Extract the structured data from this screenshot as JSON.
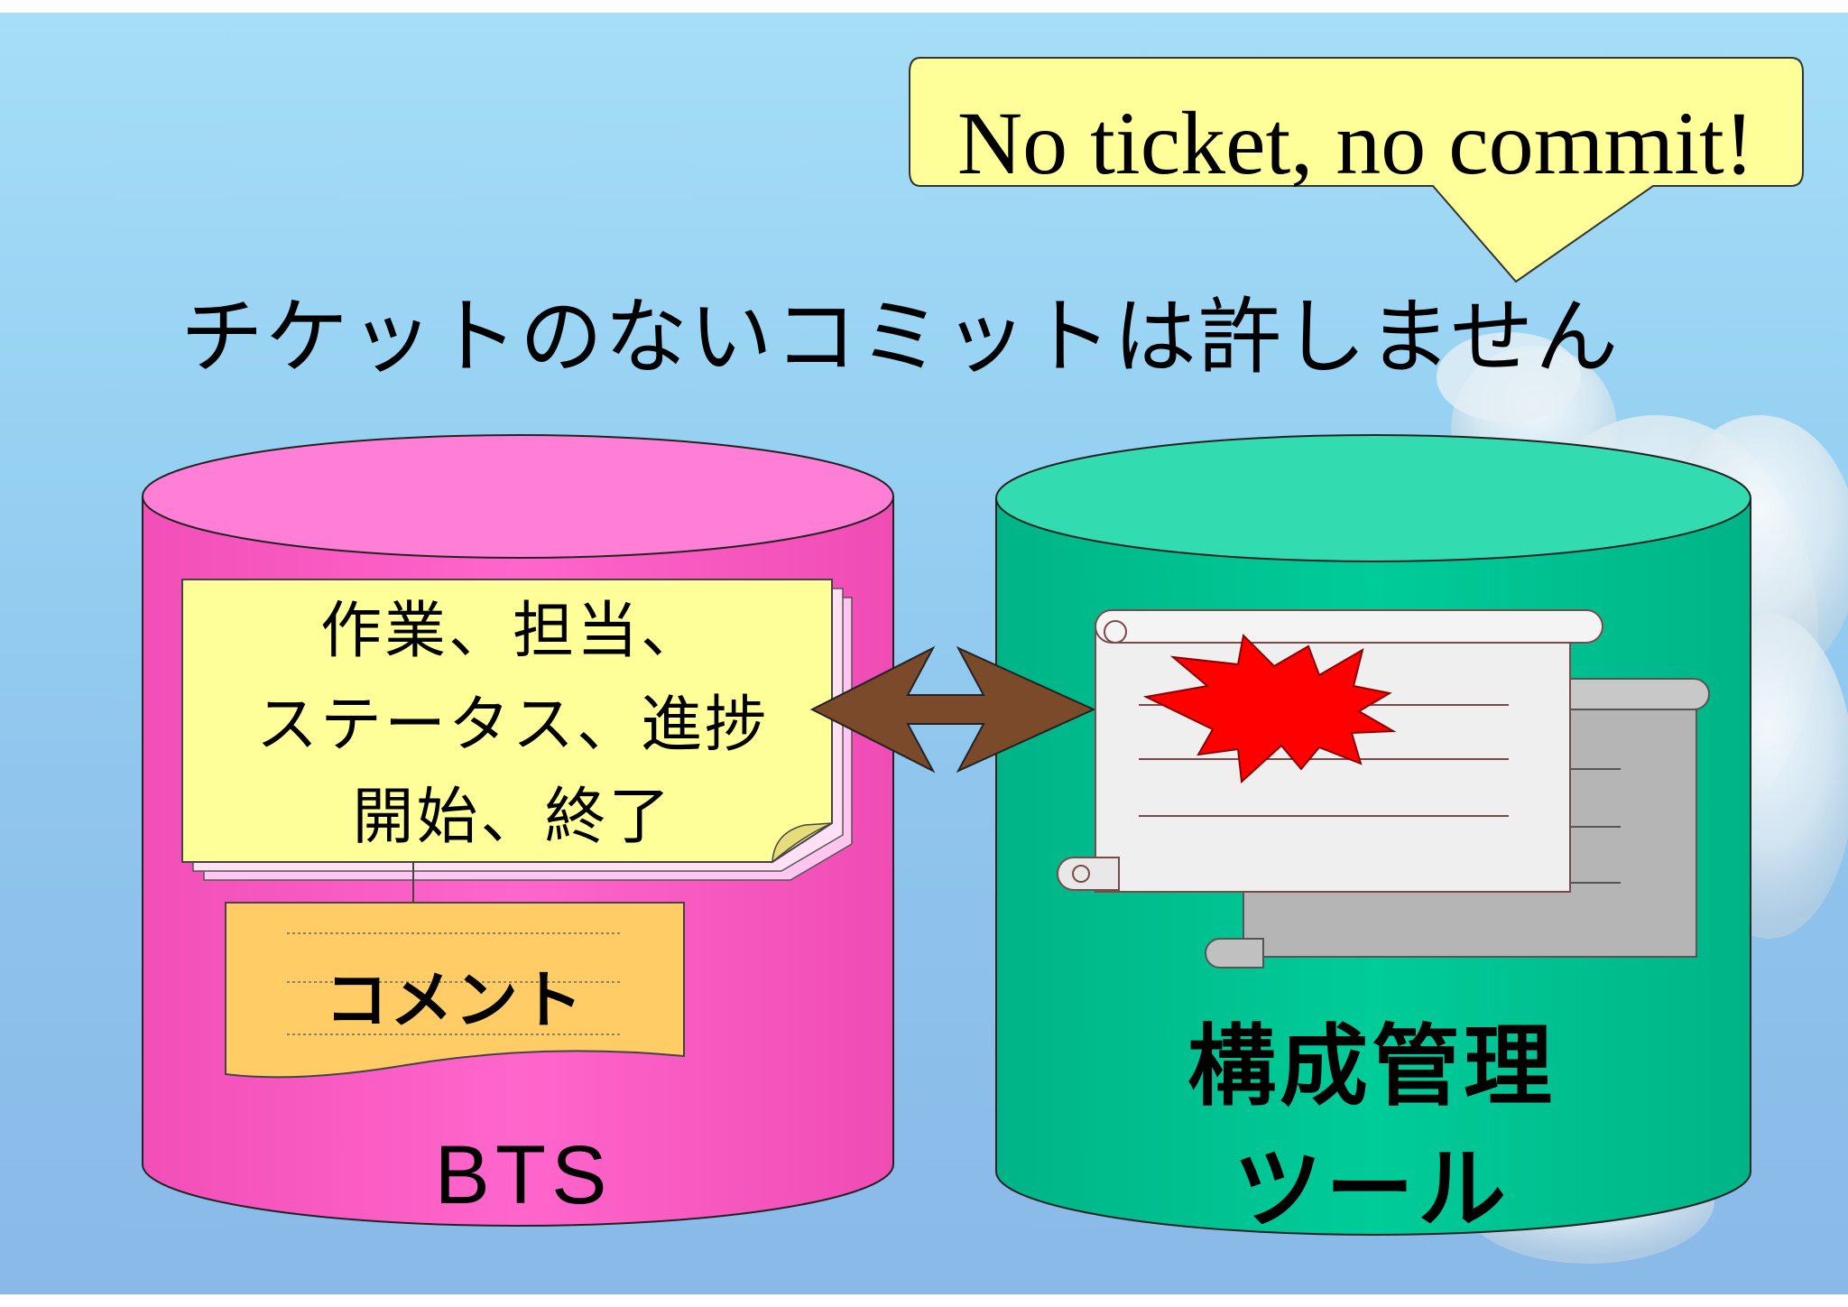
{
  "callout": {
    "text": "No ticket, no commit!"
  },
  "title": "チケットのないコミットは許しません",
  "bts": {
    "label": "BTS",
    "ticket_lines": [
      "作業、担当、",
      "ステータス、進捗",
      "開始、終了"
    ],
    "comment_label": "コメント"
  },
  "scm": {
    "label_lines": [
      "構成管理",
      "ツール"
    ]
  },
  "colors": {
    "background": "#96d0f2",
    "bts_cylinder": "#ff66cc",
    "scm_cylinder": "#00cc99",
    "ticket_note": "#ffff99",
    "comment_note": "#ffcc66",
    "arrow": "#7a4a2a",
    "explosion": "#ff0000",
    "callout": "#ffff99"
  },
  "icons": [
    "speech-callout",
    "statue-decoration",
    "ticket-note-icon",
    "comment-note-icon",
    "bidirectional-arrow-icon",
    "scroll-document-icon",
    "explosion-icon"
  ]
}
